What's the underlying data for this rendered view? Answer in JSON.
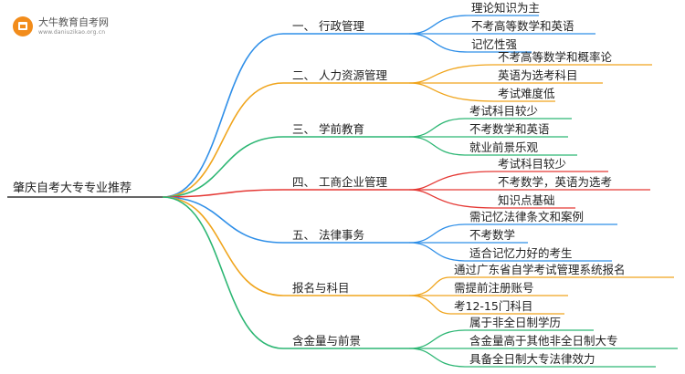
{
  "watermark": {
    "title": "大牛教育自考网",
    "url": "www.daniuzikao.org.cn"
  },
  "root": "肇庆自考大专专业推荐",
  "branches": [
    {
      "label": "一、 行政管理",
      "color": "#2f8fe8",
      "leaves": [
        "理论知识为主",
        "不考高等数学和英语",
        "记忆性强"
      ]
    },
    {
      "label": "二、 人力资源管理",
      "color": "#f0a51d",
      "leaves": [
        "不考高等数学和概率论",
        "英语为选考科目",
        "考试难度低"
      ]
    },
    {
      "label": "三、 学前教育",
      "color": "#2cb673",
      "leaves": [
        "考试科目较少",
        "不考数学和英语",
        "就业前景乐观"
      ]
    },
    {
      "label": "四、 工商企业管理",
      "color": "#e53935",
      "leaves": [
        "考试科目较少",
        "不考数学，英语为选考",
        "知识点基础"
      ]
    },
    {
      "label": "五、 法律事务",
      "color": "#2f8fe8",
      "leaves": [
        "需记忆法律条文和案例",
        "不考数学",
        "适合记忆力好的考生"
      ]
    },
    {
      "label": "报名与科目",
      "color": "#f0a51d",
      "leaves": [
        "通过广东省自学考试管理系统报名",
        "需提前注册账号",
        "考12-15门科目"
      ]
    },
    {
      "label": "含金量与前景",
      "color": "#2cb673",
      "leaves": [
        "属于非全日制学历",
        "含金量高于其他非全日制大专",
        "具备全日制大专法律效力"
      ]
    }
  ]
}
